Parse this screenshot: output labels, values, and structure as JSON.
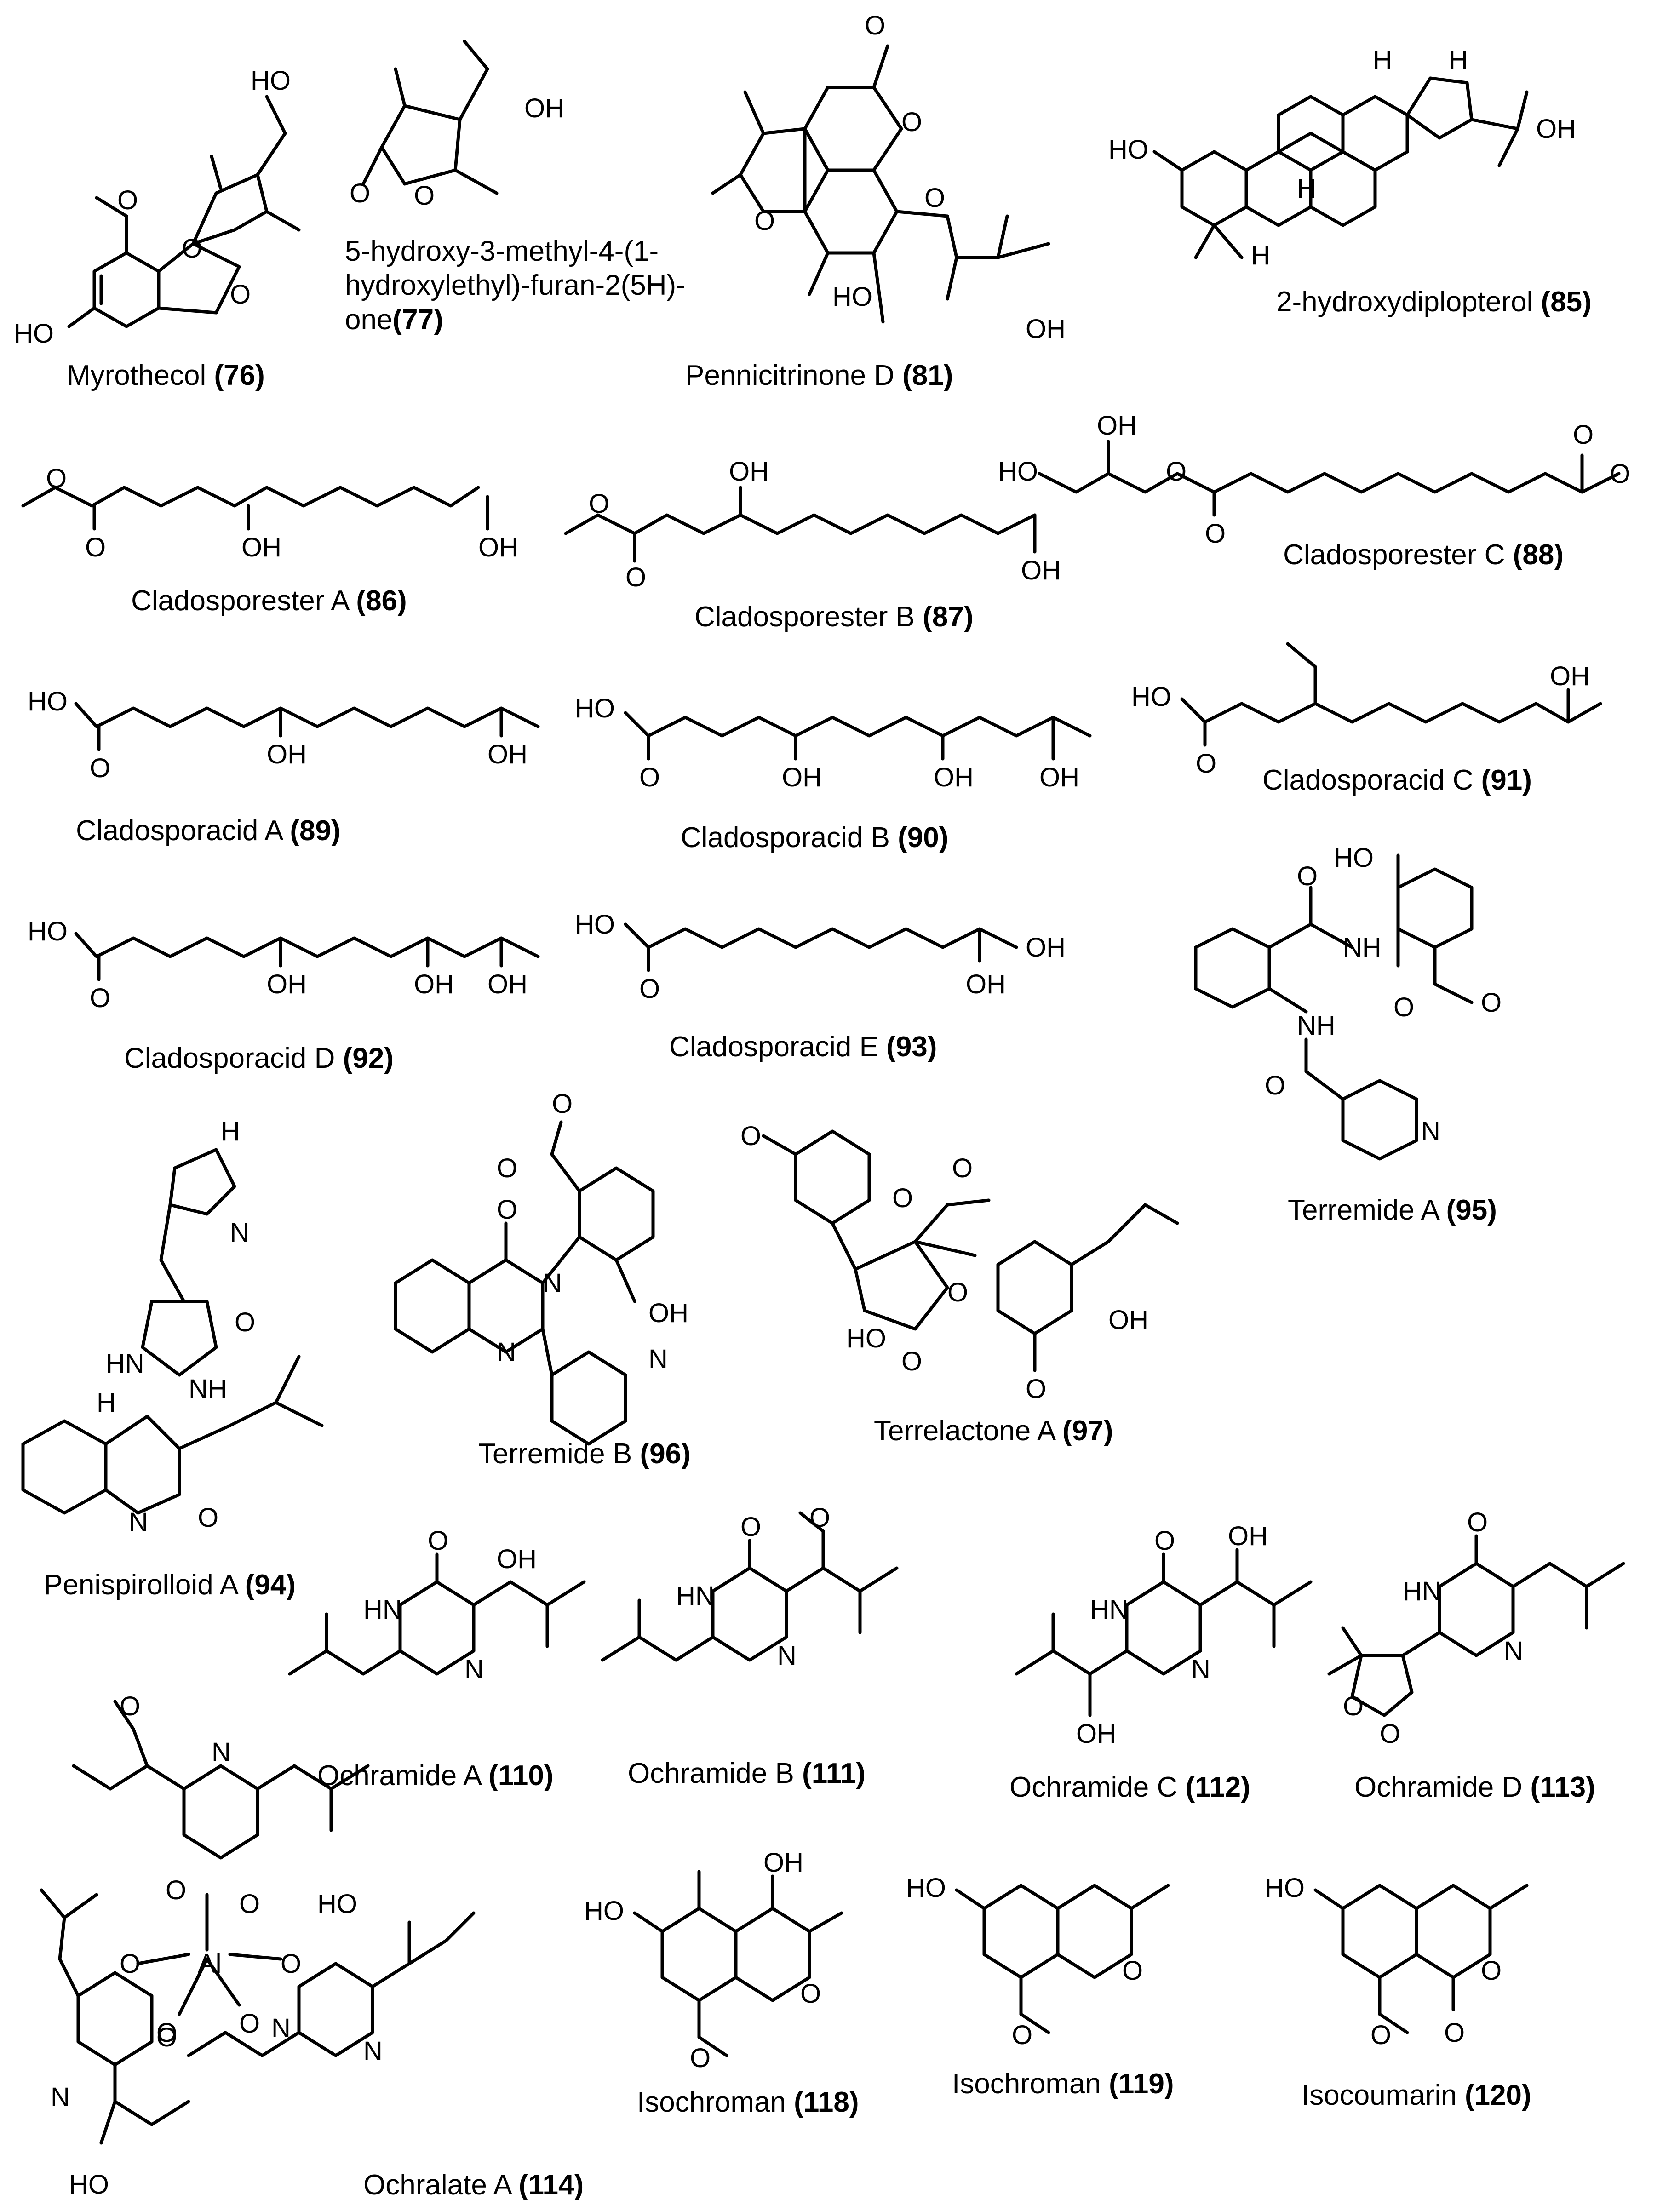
{
  "compounds": [
    {
      "name": "Myrothecol",
      "num": "76"
    },
    {
      "name": "5-hydroxy-3-methyl-4-(1-hydroxylethyl)-furan-2(5H)-one",
      "num": "77"
    },
    {
      "name": "Pennicitrinone D",
      "num": "81"
    },
    {
      "name": "2-hydroxydiplopterol",
      "num": "85"
    },
    {
      "name": "Cladosporester A",
      "num": "86"
    },
    {
      "name": "Cladosporester B",
      "num": "87"
    },
    {
      "name": "Cladosporester C",
      "num": "88"
    },
    {
      "name": "Cladosporacid A",
      "num": "89"
    },
    {
      "name": "Cladosporacid B",
      "num": "90"
    },
    {
      "name": "Cladosporacid C",
      "num": "91"
    },
    {
      "name": "Cladosporacid D",
      "num": "92"
    },
    {
      "name": "Cladosporacid E",
      "num": "93"
    },
    {
      "name": "Terremide A",
      "num": "95"
    },
    {
      "name": "Penispirolloid A",
      "num": "94"
    },
    {
      "name": "Terremide B",
      "num": "96"
    },
    {
      "name": "Terrelactone A",
      "num": "97"
    },
    {
      "name": "Ochramide A",
      "num": "110"
    },
    {
      "name": "Ochramide B",
      "num": "111"
    },
    {
      "name": "Ochramide C",
      "num": "112"
    },
    {
      "name": "Ochramide D",
      "num": "113"
    },
    {
      "name": "Ochralate A",
      "num": "114"
    },
    {
      "name": "Isochroman",
      "num": "118"
    },
    {
      "name": "Isochroman",
      "num": "119"
    },
    {
      "name": "Isocoumarin",
      "num": "120"
    }
  ],
  "compound77_lines": [
    "5-hydroxy-3-methyl-4-(1-",
    "hydroxylethyl)-furan-2(5H)-",
    "one"
  ],
  "atoms": {
    "OH": "OH",
    "HO": "HO",
    "O": "O",
    "N": "N",
    "NH": "NH",
    "HN": "HN",
    "H": "H",
    "Al": "Al"
  }
}
